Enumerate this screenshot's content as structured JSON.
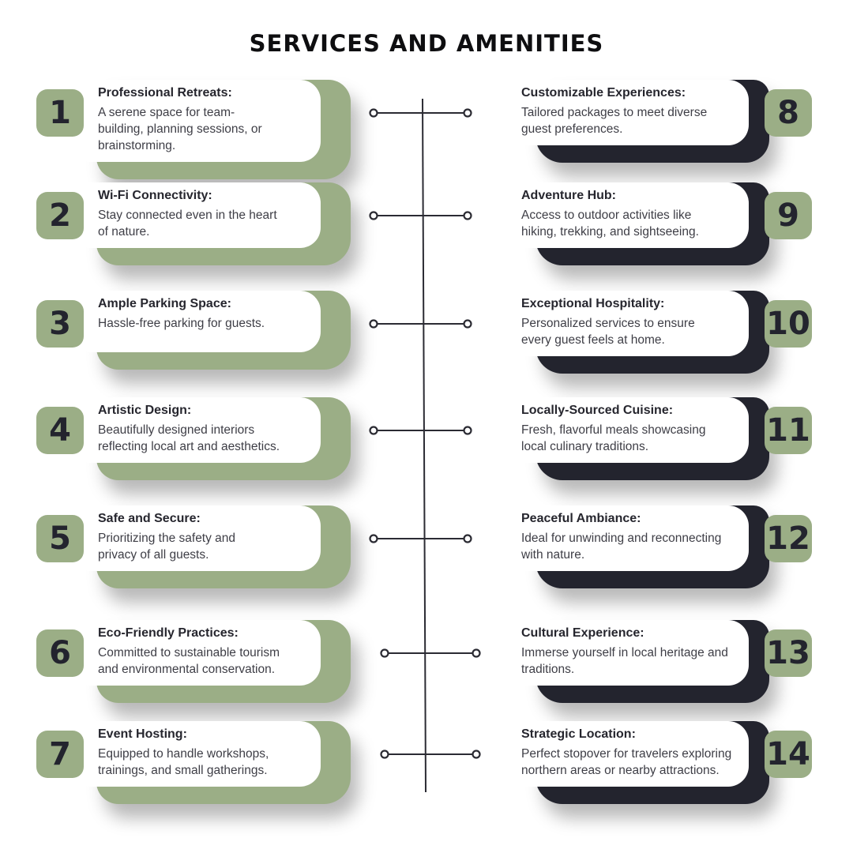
{
  "header": {
    "title": "SERVICES AND AMENITIES"
  },
  "colors": {
    "accent_green": "#9BAE86",
    "accent_dark": "#23242E",
    "heading_text": "#26262E",
    "body_text": "#3E3E46",
    "timeline_line": "#2B2B33"
  },
  "items": [
    {
      "number": "1",
      "title": "Professional Retreats:",
      "description": [
        "A serene space for team-",
        "building, planning sessions, or",
        "brainstorming."
      ]
    },
    {
      "number": "2",
      "title": "Wi-Fi Connectivity:",
      "description": [
        "Stay connected even in the heart",
        "of nature."
      ]
    },
    {
      "number": "3",
      "title": "Ample Parking Space:",
      "description": [
        "Hassle-free parking for guests."
      ]
    },
    {
      "number": "4",
      "title": "Artistic Design:",
      "description": [
        "Beautifully designed interiors",
        "reflecting local art and aesthetics."
      ]
    },
    {
      "number": "5",
      "title": "Safe and Secure:",
      "description": [
        "Prioritizing the safety and",
        "privacy of all guests."
      ]
    },
    {
      "number": "6",
      "title": "Eco-Friendly Practices:",
      "description": [
        "Committed to sustainable tourism",
        "and environmental conservation."
      ]
    },
    {
      "number": "7",
      "title": "Event Hosting:",
      "description": [
        "Equipped to handle workshops,",
        "trainings, and small gatherings."
      ]
    },
    {
      "number": "8",
      "title": "Customizable Experiences:",
      "description": [
        "Tailored packages to meet diverse",
        "guest preferences."
      ]
    },
    {
      "number": "9",
      "title": "Adventure Hub:",
      "description": [
        "Access to outdoor activities like",
        "hiking, trekking, and sightseeing."
      ]
    },
    {
      "number": "10",
      "title": "Exceptional Hospitality:",
      "description": [
        "Personalized services to ensure",
        "every guest feels at home."
      ]
    },
    {
      "number": "11",
      "title": "Locally-Sourced Cuisine:",
      "description": [
        "Fresh, flavorful meals showcasing",
        "local culinary traditions."
      ]
    },
    {
      "number": "12",
      "title": "Peaceful Ambiance:",
      "description": [
        "Ideal for unwinding and reconnecting",
        "with nature."
      ]
    },
    {
      "number": "13",
      "title": "Cultural Experience:",
      "description": [
        "Immerse yourself in local heritage and",
        "traditions."
      ]
    },
    {
      "number": "14",
      "title": "Strategic Location:",
      "description": [
        "Perfect stopover for travelers exploring",
        "northern areas or nearby attractions."
      ]
    }
  ]
}
